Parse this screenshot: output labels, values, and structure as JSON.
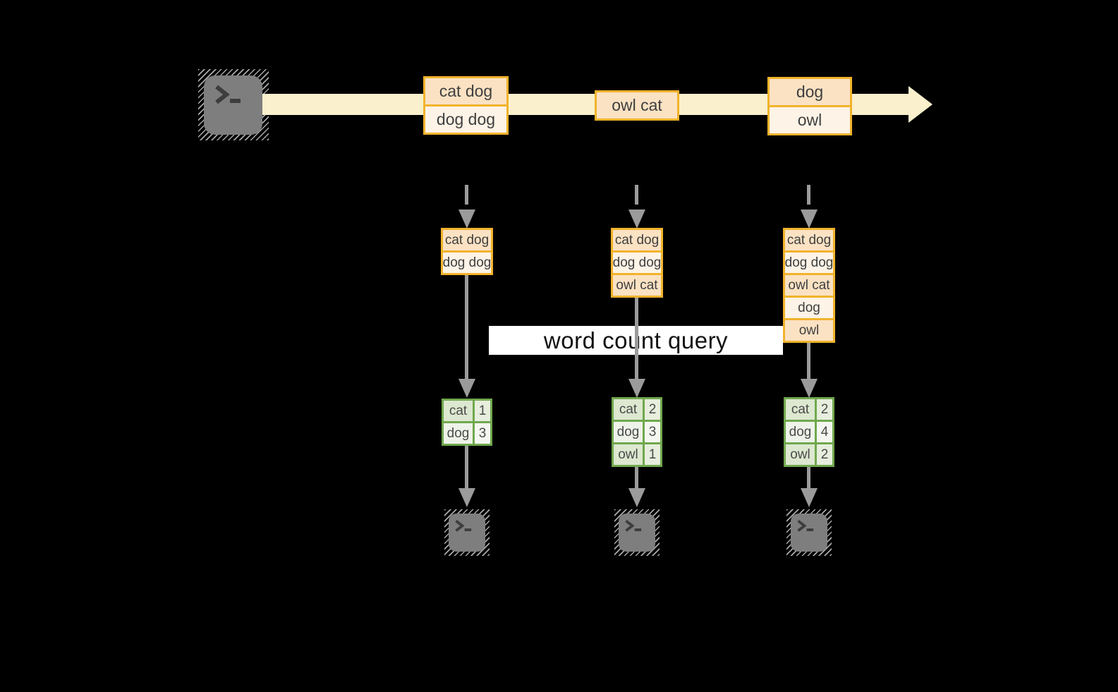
{
  "query": {
    "label": "word count query"
  },
  "stream": {
    "source_icon": "terminal-icon",
    "events": [
      {
        "lines": [
          "cat dog",
          "dog dog"
        ]
      },
      {
        "lines": [
          "owl cat"
        ]
      },
      {
        "lines": [
          "dog",
          "owl"
        ]
      }
    ]
  },
  "columns": [
    {
      "buffer": [
        "cat dog",
        "dog dog"
      ],
      "counts": [
        {
          "word": "cat",
          "value": 1
        },
        {
          "word": "dog",
          "value": 3
        }
      ],
      "sink_icon": "terminal-icon"
    },
    {
      "buffer": [
        "cat dog",
        "dog dog",
        "owl cat"
      ],
      "counts": [
        {
          "word": "cat",
          "value": 2
        },
        {
          "word": "dog",
          "value": 3
        },
        {
          "word": "owl",
          "value": 1
        }
      ],
      "sink_icon": "terminal-icon"
    },
    {
      "buffer": [
        "cat dog",
        "dog dog",
        "owl cat",
        "dog",
        "owl"
      ],
      "counts": [
        {
          "word": "cat",
          "value": 2
        },
        {
          "word": "dog",
          "value": 4
        },
        {
          "word": "owl",
          "value": 2
        }
      ],
      "sink_icon": "terminal-icon"
    }
  ],
  "colors": {
    "background": "#000000",
    "stream_band": "#faf0cd",
    "orange_border": "#f1b32b",
    "cell_peach": "#fbe2c3",
    "cell_cream": "#fdf3e6",
    "green_border": "#70a84e",
    "green_cell_dark": "#dde8d0",
    "green_cell_light": "#f4f7f0",
    "arrow_gray": "#9b9b9b",
    "terminal_gray": "#7e7e7e",
    "query_box": "#ffffff"
  }
}
